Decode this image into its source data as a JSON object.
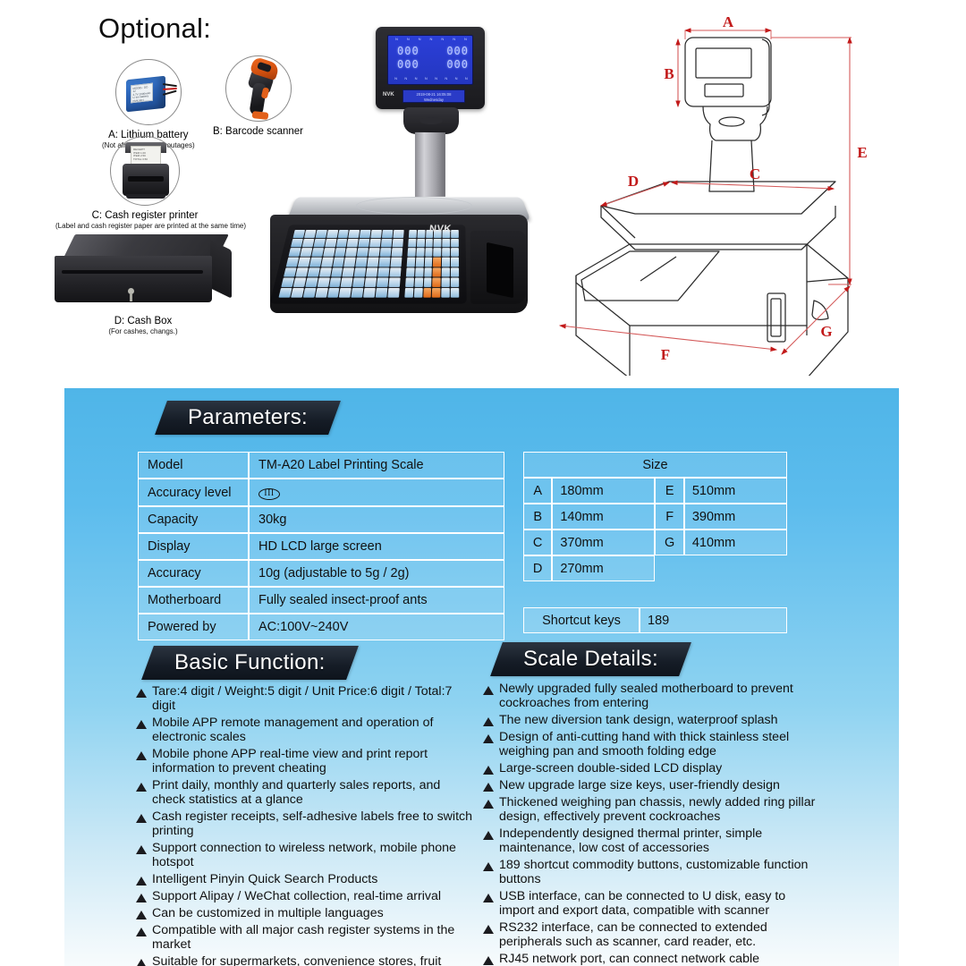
{
  "optional": {
    "title": "Optional:",
    "items": [
      {
        "caption": "A: Lithium battery",
        "sub": "(Not afraid of power outages)",
        "icon": "battery-icon"
      },
      {
        "caption": "B: Barcode scanner",
        "sub": "",
        "icon": "barcode-scanner-icon"
      },
      {
        "caption": "C: Cash register printer",
        "sub": "(Label and cash register paper are printed at the same time)",
        "icon": "printer-icon"
      },
      {
        "caption": "D: Cash Box",
        "sub": "(For cashes, changs.)",
        "icon": "cash-box-icon"
      }
    ]
  },
  "product_photo": {
    "brand": "NVK",
    "lcd_top": [
      "N",
      "N",
      "N",
      "N",
      "N",
      "N",
      "N"
    ],
    "lcd_values": [
      "000",
      "000",
      "000",
      "000"
    ],
    "lcd_bottom": [
      "N",
      "N",
      "N",
      "N",
      "N",
      "N",
      "N",
      "N"
    ],
    "lcd_status_line1": "2019-08-21 16:05:08",
    "lcd_status_line2": "Wednesday"
  },
  "technical_drawing": {
    "dimension_letters": [
      "A",
      "B",
      "C",
      "D",
      "E",
      "F",
      "G"
    ],
    "line_color": "#c21a1a"
  },
  "panel": {
    "background_top": "#4fb5e8",
    "background_bottom": "#f7fbfd"
  },
  "parameters": {
    "banner": "Parameters:",
    "rows": [
      {
        "key": "Model",
        "value": "TM-A20 Label Printing Scale"
      },
      {
        "key": "Accuracy level",
        "value": "III",
        "value_type": "oiml-badge"
      },
      {
        "key": "Capacity",
        "value": "30kg"
      },
      {
        "key": "Display",
        "value": "HD LCD large screen"
      },
      {
        "key": "Accuracy",
        "value": "10g (adjustable to 5g / 2g)"
      },
      {
        "key": "Motherboard",
        "value": "Fully sealed insect-proof ants"
      },
      {
        "key": "Powered by",
        "value": "AC:100V~240V"
      }
    ]
  },
  "size": {
    "header": "Size",
    "rows": [
      {
        "l1": "A",
        "v1": "180mm",
        "l2": "E",
        "v2": "510mm"
      },
      {
        "l1": "B",
        "v1": "140mm",
        "l2": "F",
        "v2": "390mm"
      },
      {
        "l1": "C",
        "v1": "370mm",
        "l2": "G",
        "v2": "410mm"
      },
      {
        "l1": "D",
        "v1": "270mm",
        "l2": "",
        "v2": ""
      }
    ]
  },
  "shortcut": {
    "key": "Shortcut keys",
    "value": "189"
  },
  "basic_function": {
    "banner": "Basic Function:",
    "items": [
      "Tare:4 digit / Weight:5 digit / Unit Price:6 digit / Total:7 digit",
      "Mobile APP remote management and operation of electronic scales",
      "Mobile phone APP real-time view and print report information to prevent cheating",
      "Print daily, monthly and quarterly sales reports, and check statistics at a glance",
      "Cash register receipts, self-adhesive labels free to switch printing",
      "Support connection to wireless network, mobile phone hotspot",
      "Intelligent Pinyin Quick Search Products",
      "Support Alipay / WeChat collection, real-time arrival",
      "Can be customized in multiple languages",
      "Compatible with all major cash register systems in the market",
      "Suitable for supermarkets, convenience stores, fruit shops, factories, workshops, etc."
    ]
  },
  "scale_details": {
    "banner": "Scale Details:",
    "items": [
      "Newly upgraded fully sealed motherboard to prevent cockroaches from entering",
      "The new diversion tank design, waterproof splash",
      "Design of anti-cutting hand with thick stainless steel weighing pan and smooth folding edge",
      "Large-screen double-sided LCD display",
      "New upgrade large size keys, user-friendly design",
      "Thickened weighing pan chassis, newly added ring pillar design, effectively prevent cockroaches",
      "Independently designed thermal printer, simple maintenance, low cost of accessories",
      "189 shortcut commodity buttons, customizable function buttons",
      "USB interface, can be connected to U disk, easy to import and export data, compatible with scanner",
      "RS232 interface, can be connected to extended peripherals such as scanner, card reader, etc.",
      "RJ45 network port, can connect network cable"
    ]
  }
}
